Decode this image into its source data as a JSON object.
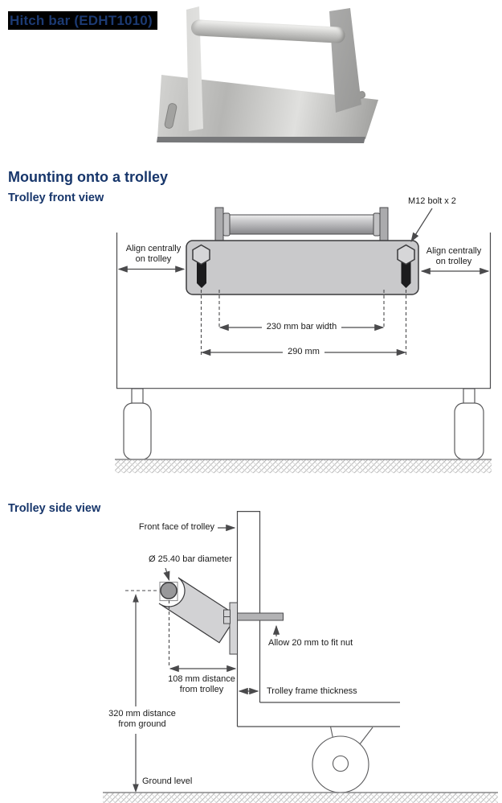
{
  "header": {
    "title": "Hitch bar (EDHT1010)"
  },
  "mounting": {
    "heading": "Mounting onto a trolley",
    "front_view": {
      "subheading": "Trolley front view",
      "labels": {
        "m12_bolt": "M12 bolt x 2",
        "align_left": [
          "Align centrally",
          "on trolley"
        ],
        "align_right": [
          "Align centrally",
          "on trolley"
        ],
        "bar_width": "230 mm bar width",
        "overall_width": "290 mm"
      }
    },
    "side_view": {
      "subheading": "Trolley side view",
      "labels": {
        "front_face": "Front face of trolley",
        "bar_diameter": "Ø 25.40 bar diameter",
        "allow_nut": "Allow 20 mm to fit nut",
        "distance_from_trolley": [
          "108 mm distance",
          "from trolley"
        ],
        "frame_thickness": "Trolley frame thickness",
        "distance_from_ground": [
          "320 mm distance",
          "from ground"
        ],
        "ground_level": "Ground level"
      }
    }
  },
  "colors": {
    "heading_navy": "#17366b",
    "diagram_line": "#4a4a4c",
    "plate_gray": "#c9c9cb"
  }
}
